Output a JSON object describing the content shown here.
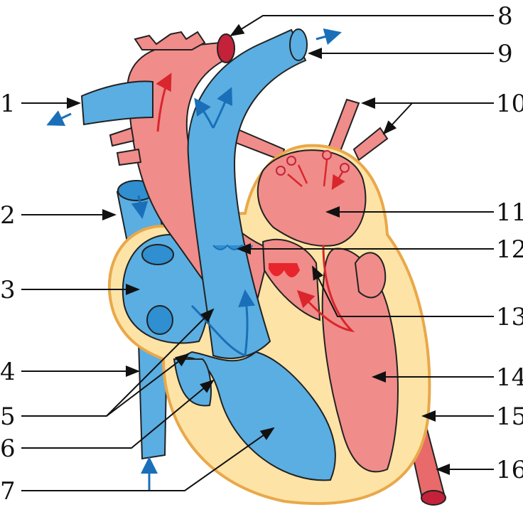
{
  "title": "Heart anatomy diagram",
  "labels": {
    "l1": "1",
    "l2": "2",
    "l3": "3",
    "l4": "4",
    "l5": "5",
    "l6": "6",
    "l7": "7",
    "l8": "8",
    "l9": "9",
    "l10": "10",
    "l11": "11",
    "l12": "12",
    "l13": "13",
    "l14": "14",
    "l15": "15",
    "l16": "16"
  },
  "colors": {
    "deoxygenated": "#5aaee2",
    "oxygenated": "#f08c8a",
    "muscle": "#fde3a6",
    "muscle_outline": "#e9a84a",
    "flow_arrow_red": "#d9262c",
    "flow_arrow_blue": "#1a6fb8"
  }
}
